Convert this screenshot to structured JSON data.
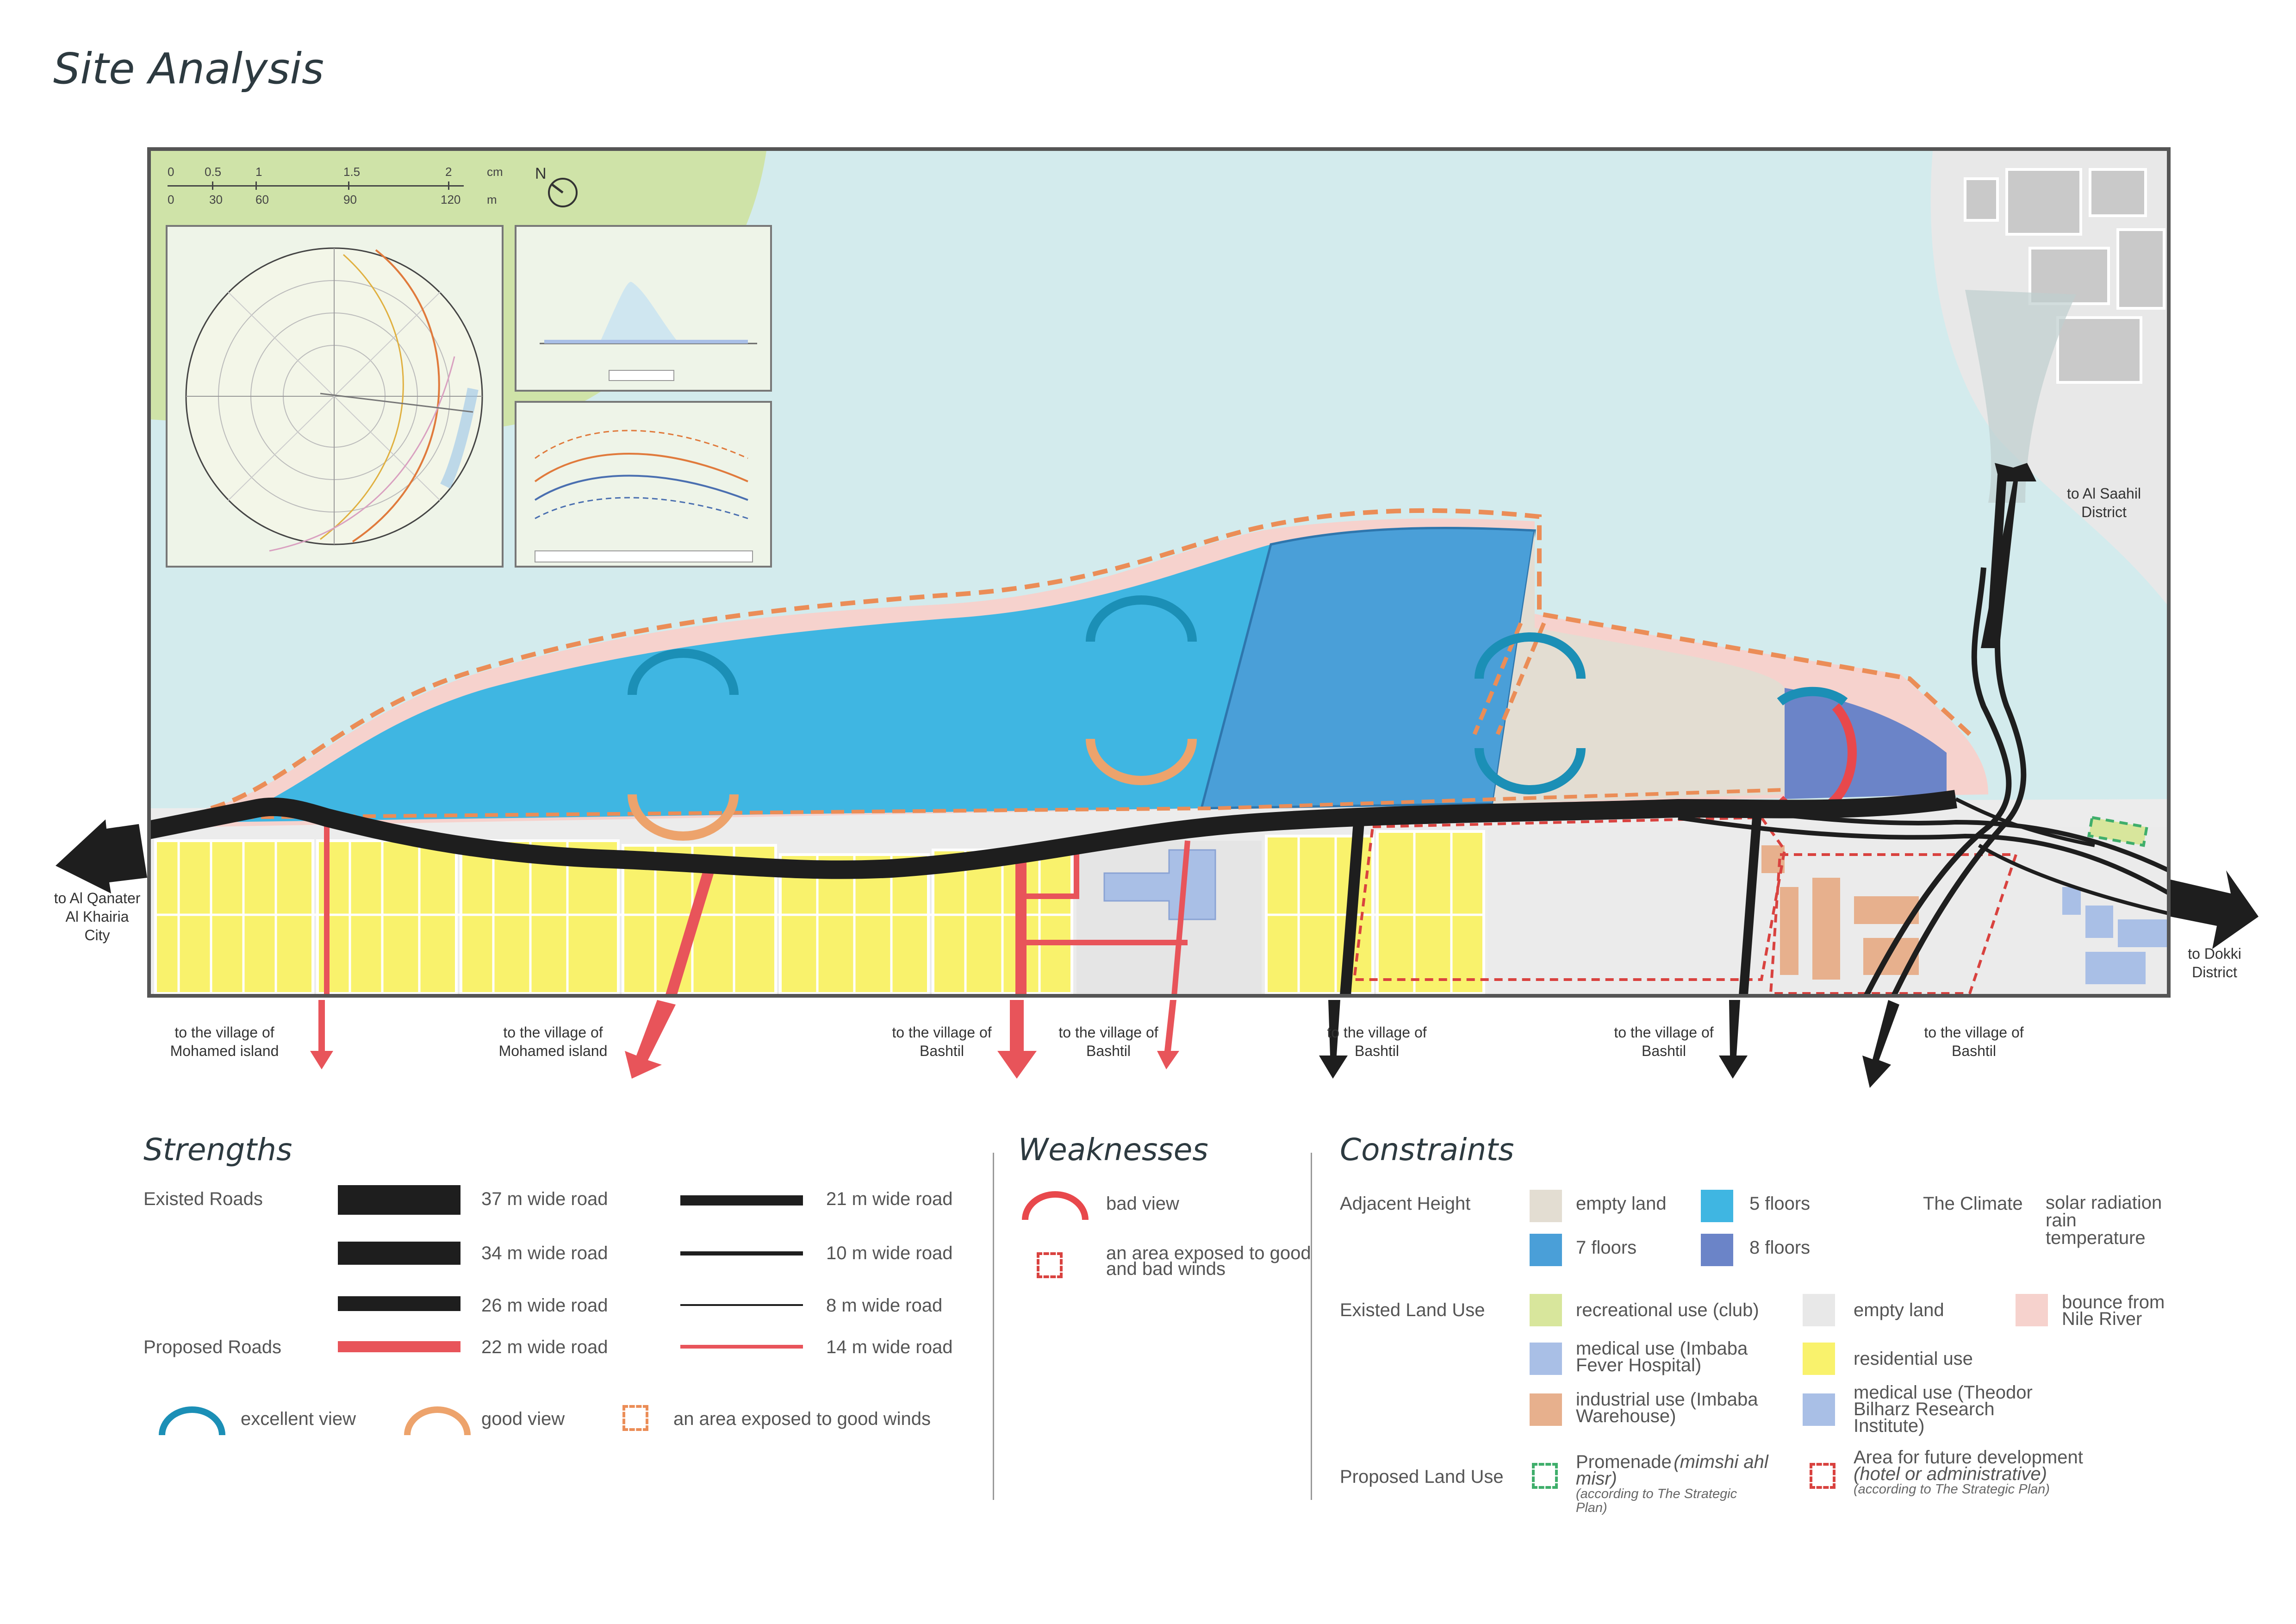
{
  "title": "Site Analysis",
  "scale": {
    "cm_ticks": [
      "0",
      "0.5",
      "1",
      "1.5",
      "2"
    ],
    "m_ticks": [
      "0",
      "30",
      "60",
      "90",
      "120"
    ],
    "cm_unit": "cm",
    "m_unit": "m",
    "north": "N"
  },
  "map_labels": {
    "to_al_saahil": "to Al Saahil District",
    "to_al_qanater": "to Al Qanater Al Khairia City",
    "to_dokki": "to Dokki District",
    "bottom": [
      "to the village of Mohamed island",
      "to the village of Mohamed island",
      "to the village of Bashtil",
      "to the village of Bashtil",
      "to the village of Bashtil",
      "to the village of Bashtil",
      "to the village of Bashtil"
    ]
  },
  "strengths": {
    "title": "Strengths",
    "existed_roads": "Existed Roads",
    "proposed_roads": "Proposed Roads",
    "roads": [
      "37 m wide road",
      "34 m wide road",
      "26 m wide road",
      "22 m wide road",
      "21 m wide road",
      "10 m wide road",
      "8 m wide road",
      "14 m wide road"
    ],
    "excellent_view": "excellent view",
    "good_view": "good view",
    "good_winds": "an area exposed to good winds"
  },
  "weaknesses": {
    "title": "Weaknesses",
    "bad_view": "bad view",
    "winds": "an area exposed to good and bad winds"
  },
  "constraints": {
    "title": "Constraints",
    "adjacent_height": "Adjacent Height",
    "heights": [
      "empty land",
      "5 floors",
      "7 floors",
      "8 floors"
    ],
    "climate_label": "The Climate",
    "climate": [
      "solar radiation",
      "rain",
      "temperature"
    ],
    "existed_land_use": "Existed Land Use",
    "land_uses": [
      "recreational use (club)",
      "empty land",
      "bounce from Nile River",
      "medical use (Imbaba Fever Hospital)",
      "residential use",
      "industrial use (Imbaba Warehouse)",
      "medical use (Theodor Bilharz Research Institute)"
    ],
    "proposed_land_use": "Proposed Land Use",
    "promenade": "Promenade",
    "promenade_italic": "(mimshi ahl misr)",
    "promenade_note": "(according to The Strategic Plan)",
    "future": "Area for future development",
    "future_italic": "(hotel or administrative)",
    "future_note": "(according to The Strategic Plan)"
  },
  "colors": {
    "river": "#d3ebed",
    "green_island": "#cfe3a8",
    "residential": "#f9f26c",
    "five_floors": "#3fb6e2",
    "seven_floors": "#4a9fd8",
    "eight_floors": "#6b84c8",
    "empty_land": "#e3ddd2",
    "road": "#1e1e1e",
    "proposed_road": "#e8545a",
    "excellent_view": "#1b8fb6",
    "good_view": "#eda36c",
    "bad_view": "#e8484c",
    "medical": "#a9bfe6",
    "industrial": "#e7b08d",
    "recreational": "#d8e69c",
    "bounce": "#f6d2cd",
    "light_gray": "#e8e8e8"
  }
}
